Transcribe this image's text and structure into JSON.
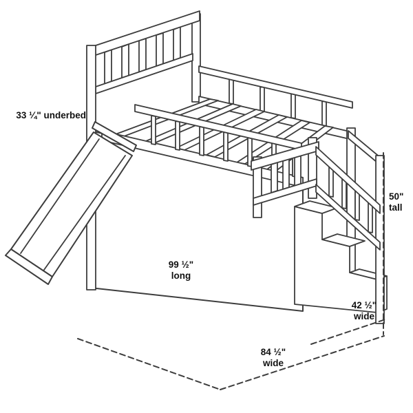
{
  "figure": {
    "kind": "furniture-dimension-diagram",
    "subject": "Low loft bed with staircase and slide",
    "background_color": "#ffffff",
    "line_color": "#3d3d3d",
    "text_color": "#111111"
  },
  "dimensions": {
    "underbed": {
      "text": "33 ¼\" underbed"
    },
    "length": {
      "value": "99 ½\"",
      "label": "long"
    },
    "height": {
      "value": "50\"",
      "label": "tall"
    },
    "depth": {
      "value": "42 ½\"",
      "label": "wide"
    },
    "width": {
      "value": "84 ½\"",
      "label": "wide"
    }
  }
}
